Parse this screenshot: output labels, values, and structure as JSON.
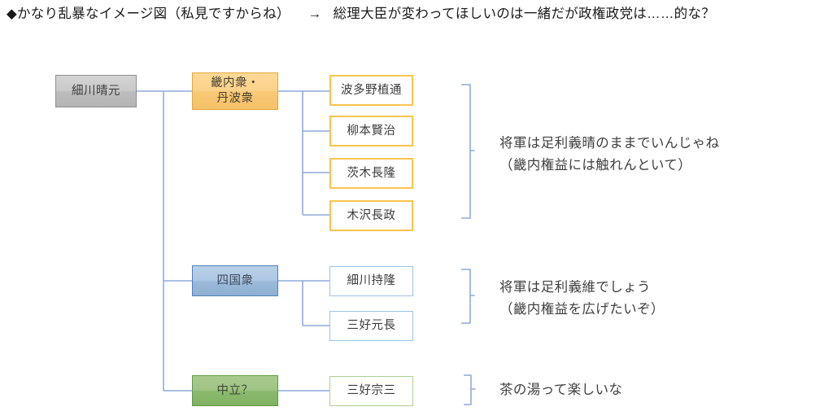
{
  "header": {
    "bullet": "◆",
    "lead": "かなり乱暴なイメージ図（私見ですからね）",
    "arrow": "→",
    "tail": "総理大臣が変わってほしいのは一緒だが政権政党は……的な？"
  },
  "diagram": {
    "root": {
      "label": "細川晴元"
    },
    "groups": [
      {
        "id": "kinai",
        "label": "畿内衆・\n丹波衆",
        "color": "#f8c976",
        "border": "#e3a93a",
        "leaf_border": "#fac44f",
        "members": [
          {
            "label": "波多野植通"
          },
          {
            "label": "柳本賢治"
          },
          {
            "label": "茨木長隆"
          },
          {
            "label": "木沢長政"
          }
        ],
        "annotation": "将軍は足利義晴のままでいんじゃね\n（畿内権益には触れんといて）"
      },
      {
        "id": "shikoku",
        "label": "四国衆",
        "color": "#9cbada",
        "border": "#4f81bd",
        "leaf_border": "#9dc3e6",
        "members": [
          {
            "label": "細川持隆"
          },
          {
            "label": "三好元長"
          }
        ],
        "annotation": "将軍は足利義維でしょう\n（畿内権益を広げたいぞ）"
      },
      {
        "id": "chuuritsu",
        "label": "中立？",
        "color": "#8ab96e",
        "border": "#5f9a43",
        "leaf_border": "#a9d18e",
        "members": [
          {
            "label": "三好宗三"
          }
        ],
        "annotation": "茶の湯って楽しいな"
      }
    ]
  },
  "colors": {
    "connector": "#8faadc",
    "bracket": "#8faadc",
    "text": "#3f3f3f",
    "background": "#ffffff"
  }
}
